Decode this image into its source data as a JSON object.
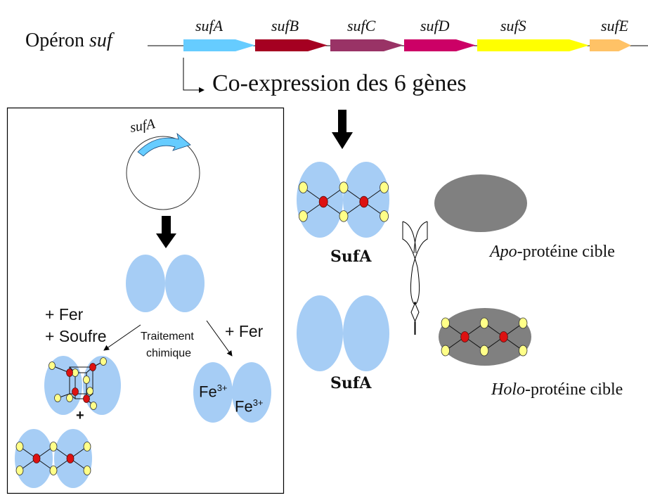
{
  "operon": {
    "label_prefix": "Opéron ",
    "label_italic": "suf",
    "genes": [
      {
        "name": "sufA",
        "color": "#66ccff"
      },
      {
        "name": "sufB",
        "color": "#a50021"
      },
      {
        "name": "sufC",
        "color": "#993366"
      },
      {
        "name": "sufD",
        "color": "#cc0066"
      },
      {
        "name": "sufS",
        "color": "#ffff00"
      },
      {
        "name": "sufE",
        "color": "#ffc266"
      }
    ]
  },
  "coexpression": {
    "label": "Co-expression des 6 gènes"
  },
  "left_panel": {
    "plasmid_gene": "sufA",
    "conditions": {
      "fer_soufre_line1": "+ Fer",
      "fer_soufre_line2": "+ Soufre",
      "treatment_line1": "Traitement",
      "treatment_line2": "chimique",
      "fer_only": "+ Fer",
      "plus": "+"
    },
    "iron_labels": [
      {
        "base": "Fe",
        "sup": "3+"
      },
      {
        "base": "Fe",
        "sup": "3+"
      }
    ]
  },
  "right_panel": {
    "sufa_top": "SufA",
    "sufa_bottom": "SufA",
    "apo_italic": "Apo",
    "apo_rest": "-protéine cible",
    "holo_italic": "Holo",
    "holo_rest": "-protéine cible"
  },
  "colors": {
    "protein_blue": "#a6cdf5",
    "target_gray": "#808080",
    "iron_red": "#dd1111",
    "sulfur_yellow": "#ffff88",
    "arrow_blue": "#66ccff"
  }
}
